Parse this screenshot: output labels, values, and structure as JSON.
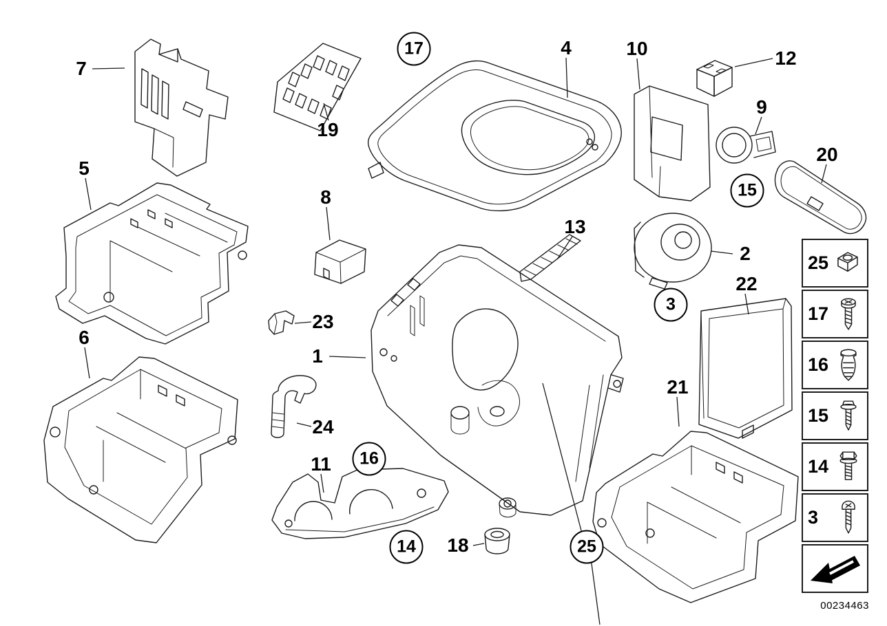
{
  "page": {
    "background_color": "#ffffff",
    "line_color": "#1a1a1a",
    "doc_number": "00234463"
  },
  "callouts": [
    {
      "text": "7",
      "style": "plain"
    },
    {
      "text": "19",
      "style": "plain"
    },
    {
      "text": "17",
      "style": "circled"
    },
    {
      "text": "4",
      "style": "plain"
    },
    {
      "text": "10",
      "style": "plain"
    },
    {
      "text": "12",
      "style": "plain"
    },
    {
      "text": "9",
      "style": "plain"
    },
    {
      "text": "15",
      "style": "circled"
    },
    {
      "text": "20",
      "style": "plain"
    },
    {
      "text": "5",
      "style": "plain"
    },
    {
      "text": "8",
      "style": "plain"
    },
    {
      "text": "13",
      "style": "plain"
    },
    {
      "text": "2",
      "style": "plain"
    },
    {
      "text": "3",
      "style": "circled"
    },
    {
      "text": "22",
      "style": "plain"
    },
    {
      "text": "23",
      "style": "plain"
    },
    {
      "text": "1",
      "style": "plain"
    },
    {
      "text": "24",
      "style": "plain"
    },
    {
      "text": "6",
      "style": "plain"
    },
    {
      "text": "11",
      "style": "plain"
    },
    {
      "text": "16",
      "style": "circled"
    },
    {
      "text": "14",
      "style": "circled"
    },
    {
      "text": "18",
      "style": "plain"
    },
    {
      "text": "21",
      "style": "plain"
    },
    {
      "text": "25",
      "style": "circled"
    }
  ],
  "sidebar": {
    "rows": [
      {
        "label": "25",
        "icon": "square-nut-icon"
      },
      {
        "label": "17",
        "icon": "phillips-screw-icon"
      },
      {
        "label": "16",
        "icon": "expansion-plug-icon"
      },
      {
        "label": "15",
        "icon": "tapping-screw-icon"
      },
      {
        "label": "14",
        "icon": "hex-flange-bolt-icon"
      },
      {
        "label": "3",
        "icon": "pan-head-screw-icon"
      }
    ],
    "footer_icon": "direction-arrow-icon"
  }
}
